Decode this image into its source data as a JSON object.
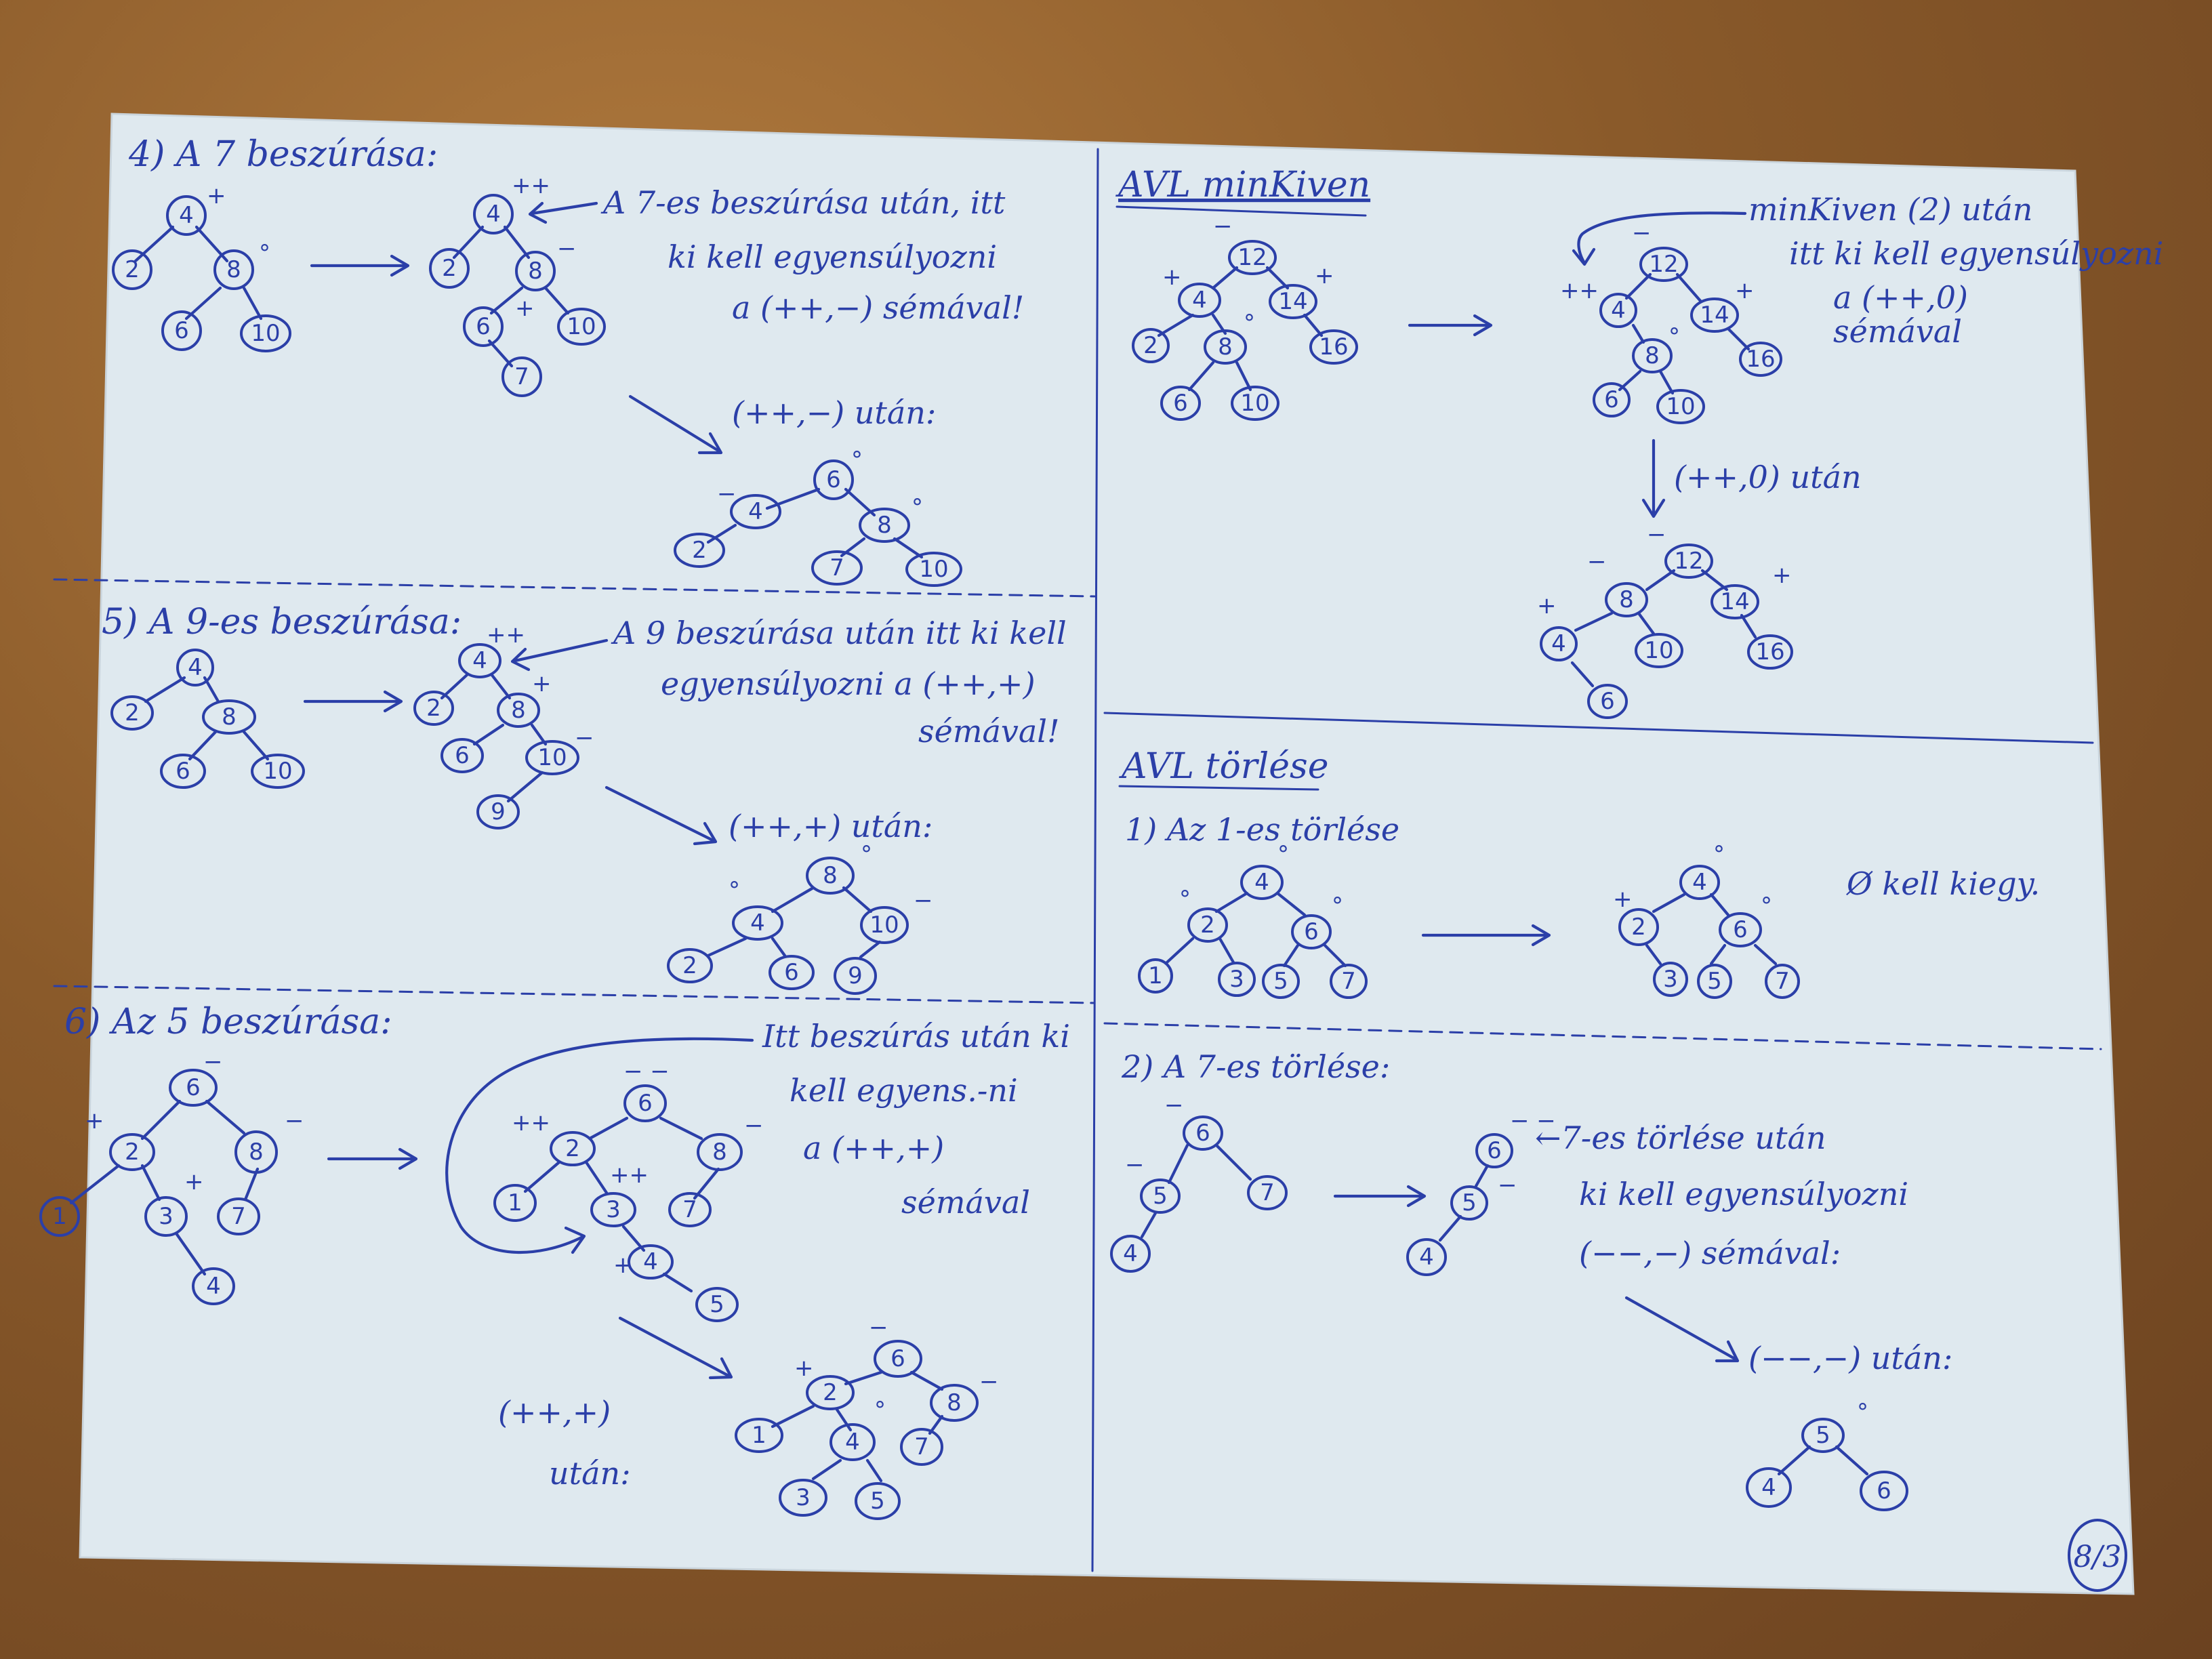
{
  "sheet": {
    "page_number": "8/3",
    "sec4": {
      "title": "4) A 7 beszúrása:",
      "note": [
        "A 7-es beszúrása után, itt",
        "ki kell egyensúlyozni",
        "a (++,−) sémával!"
      ],
      "after": "(++,−) után:"
    },
    "sec5": {
      "title": "5) A 9-es beszúrása:",
      "note": [
        "A 9 beszúrása után itt ki kell",
        "egyensúlyozni a (++,+)",
        "sémával!"
      ],
      "after": "(++,+) után:"
    },
    "sec6": {
      "title": "6) Az 5 beszúrása:",
      "note": [
        "Itt beszúrás után ki",
        "kell egyens.-ni",
        "a (++,+)",
        "sémával"
      ],
      "after": [
        "(++,+)",
        "után:"
      ]
    },
    "minkiv": {
      "title": "AVL minKiven",
      "note": [
        "minKiven (2) után",
        "itt ki kell egyensúlyozni",
        "a (++,0)",
        "sémával"
      ],
      "after": "(++,0) után"
    },
    "torles": {
      "title": "AVL törlése",
      "sub1": "1) Az 1-es törlése",
      "sub1_note": "Ø kell kiegy.",
      "sub2": "2) A 7-es törlése:",
      "sub2_note": [
        "←7-es törlése után",
        "ki kell egyensúlyozni",
        "(−−,−) sémával:"
      ],
      "sub2_after": "(−−,−) után:"
    }
  }
}
